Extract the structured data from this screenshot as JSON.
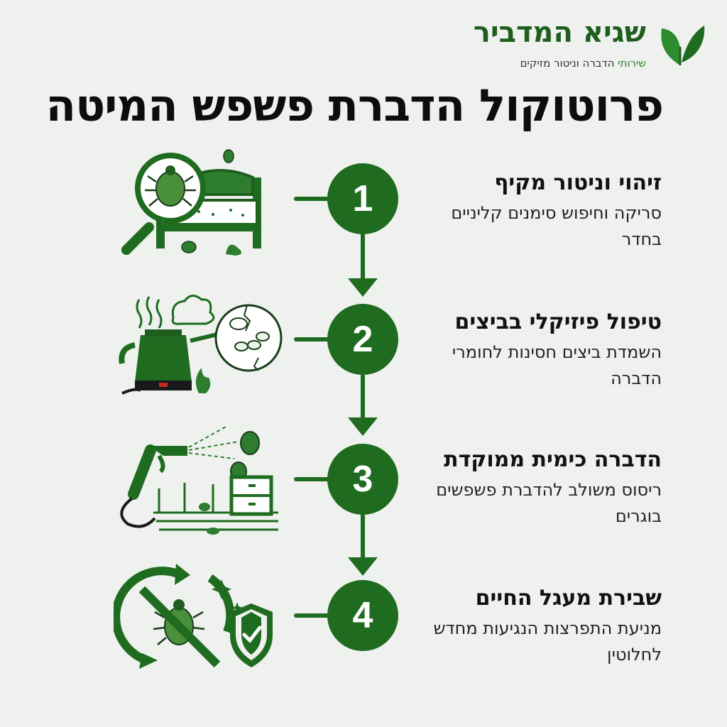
{
  "brand": {
    "name": "שגיא המדביר",
    "tagline_highlight": "שירותי",
    "tagline_rest": "הדברה וניטור מזיקים"
  },
  "title": "פרוטוקול הדברת פשפש המיטה",
  "colors": {
    "accent": "#1f6b1f",
    "text": "#111111",
    "background": "#eef1ee"
  },
  "steps": [
    {
      "number": "1",
      "title": "זיהוי וניטור מקיף",
      "description": "סריקה וחיפוש סימנים קליניים בחדר",
      "icon": "magnifier-bed-bugs-icon"
    },
    {
      "number": "2",
      "title": "טיפול פיזיקלי בביצים",
      "description": "השמדת ביצים חסינות לחומרי הדברה",
      "icon": "steamer-eggs-icon"
    },
    {
      "number": "3",
      "title": "הדברה כימית ממוקדת",
      "description": "ריסוס משולב להדברת פשפשים בוגרים",
      "icon": "sprayer-room-icon"
    },
    {
      "number": "4",
      "title": "שבירת מעגל החיים",
      "description": "מניעת התפרצות הנגיעות מחדש לחלוטין",
      "icon": "no-bug-shield-icon"
    }
  ]
}
